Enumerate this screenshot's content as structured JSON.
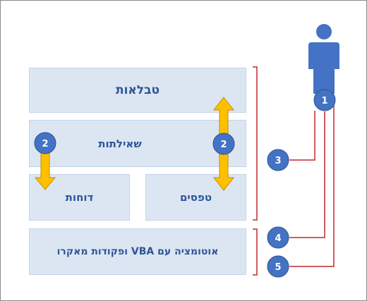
{
  "boxes": {
    "tables": "טבלאות",
    "queries": "שאילתות",
    "reports": "דוחות",
    "forms": "טפסים",
    "vba": "אוטומציה עם VBA ופקודות מאקרו"
  },
  "badges": {
    "user": "1",
    "queries_arrow": "2",
    "forms_arrow": "2",
    "bracket_top": "3",
    "bracket_vba_1": "4",
    "bracket_vba_2": "5"
  },
  "colors": {
    "box_fill": "#dce6f2",
    "box_text": "#2e5597",
    "badge": "#4472c4",
    "arrow": "#ffc000",
    "connector": "#c0282d"
  },
  "icons": [
    "user-icon",
    "up-down-arrow",
    "down-arrow"
  ]
}
